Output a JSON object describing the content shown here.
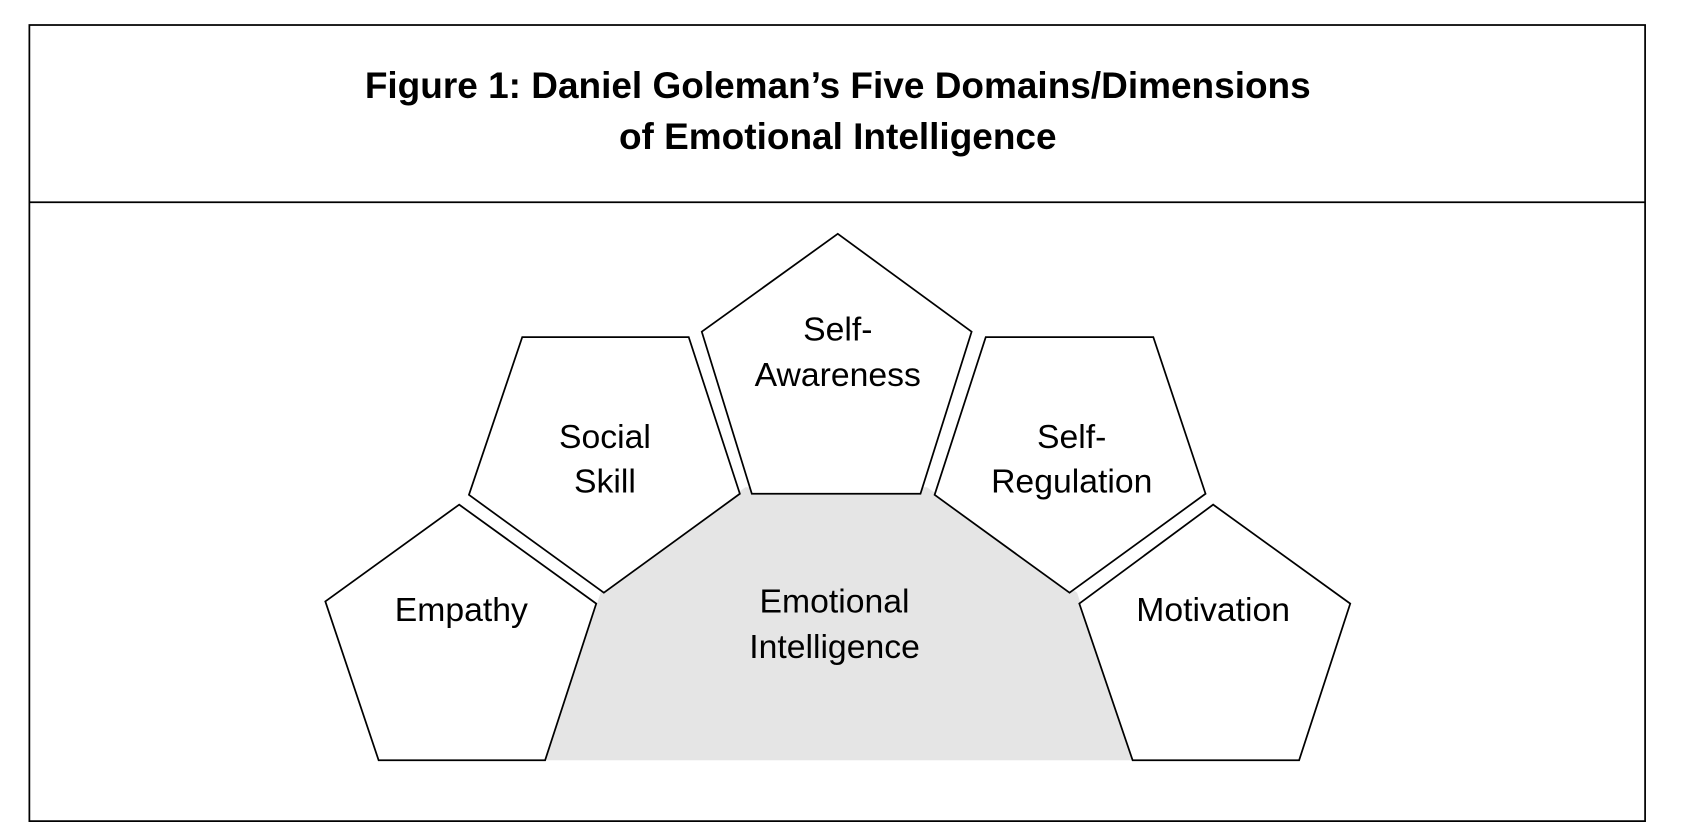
{
  "figure": {
    "title_line1": "Figure 1: Daniel Goleman’s Five Domains/Dimensions",
    "title_line2": "of Emotional Intelligence",
    "center": {
      "line1": "Emotional",
      "line2": "Intelligence"
    },
    "domains": {
      "self_awareness": {
        "line1": "Self-",
        "line2": "Awareness"
      },
      "social_skill": {
        "line1": "Social",
        "line2": "Skill"
      },
      "self_regulation": {
        "line1": "Self-",
        "line2": "Regulation"
      },
      "empathy": {
        "line1": "Empathy"
      },
      "motivation": {
        "line1": "Motivation"
      }
    },
    "colors": {
      "center_fill": "#e5e5e5",
      "stroke": "#000000"
    }
  }
}
